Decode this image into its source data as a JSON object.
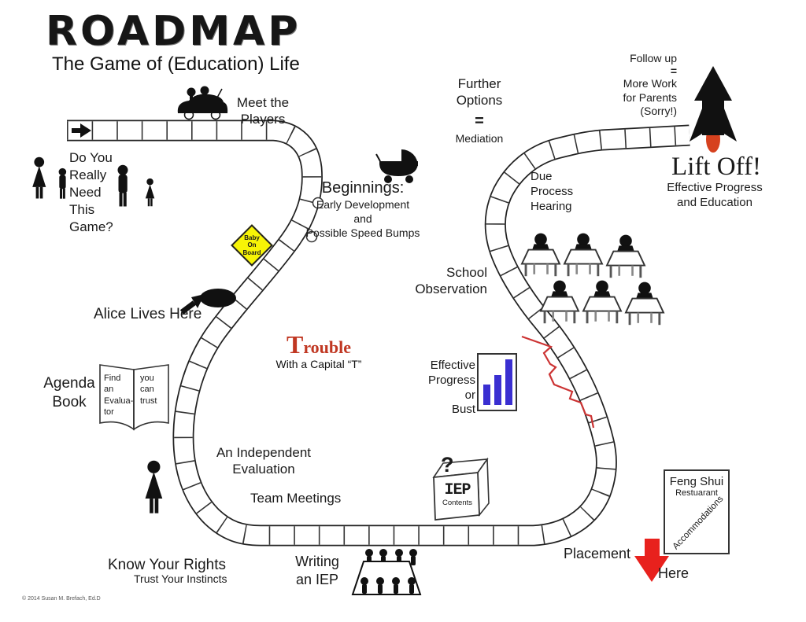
{
  "header": {
    "title": "ROADMAP",
    "subtitle": "The Game of (Education) Life"
  },
  "labels": {
    "meet_players": "Meet the\nPlayers",
    "need_game": "Do You\nReally\nNeed\nThis\nGame?",
    "beginnings_title": "Beginnings:",
    "beginnings_body": "Early Development\nand\nPossible Speed Bumps",
    "baby_on_board": "Baby\nOn\nBoard",
    "alice": "Alice Lives Here",
    "trouble_cap": "T",
    "trouble_rest": "rouble",
    "trouble_sub": "With a Capital “T”",
    "agenda_book": "Agenda\nBook",
    "book_left_page": "Find\nan\nEvalua-\ntor",
    "book_right_page": "you\ncan\ntrust",
    "independent_eval": "An Independent\nEvaluation",
    "team_meetings": "Team Meetings",
    "know_rights": "Know Your Rights",
    "trust_instincts": "Trust Your Instincts",
    "writing_iep": "Writing\nan IEP",
    "iep_question_mark": "?",
    "iep_box_title": "IEP",
    "iep_box_sub": "Contents",
    "effective_progress": "Effective\nProgress\nor\nBust",
    "school_observation": "School\nObservation",
    "due_process": "Due\nProcess\nHearing",
    "further_options": "Further\nOptions",
    "further_equals": "=",
    "mediation": "Mediation",
    "follow_up": "Follow up",
    "follow_equals": "=",
    "follow_body": "More Work\nfor Parents\n(Sorry!)",
    "lift_off": "Lift Off!",
    "lift_off_sub": "Effective Progress\nand Education",
    "placement": "Placement",
    "here": "Here",
    "feng_shui": "Feng Shui",
    "restuarant": "Restuarant",
    "accommodations": "Accommodations",
    "copyright": "© 2014 Susan M. Brefach, Ed.D"
  },
  "colors": {
    "trouble_red": "#c03722",
    "bar_blue": "#3a2fd1",
    "sign_yellow": "#f7f406",
    "arrow_red": "#e8211d",
    "flame_red": "#d6411e",
    "graph_red": "#cc3333"
  }
}
